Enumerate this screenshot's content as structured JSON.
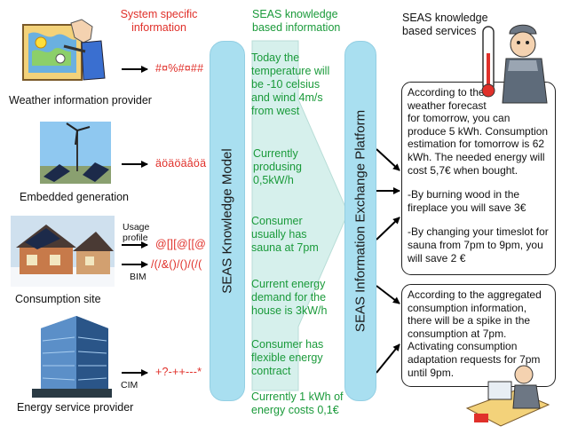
{
  "headers": {
    "system_specific": "System specific\ninformation",
    "knowledge_info": "SEAS knowledge\nbased information",
    "knowledge_services": "SEAS knowledge\nbased services"
  },
  "sources": [
    {
      "label": "Weather information provider",
      "code": "#¤%#¤##",
      "icon": "weather-map-presenter-icon"
    },
    {
      "label": "Embedded generation",
      "code": "äöäöäåöä",
      "icon": "wind-turbine-solar-icon"
    },
    {
      "label": "Consumption site",
      "codes": [
        "@[][@[[@",
        "/(/&()/()/(/("
      ],
      "tags": [
        "Usage\nprofile",
        "BIM"
      ],
      "icon": "house-icon"
    },
    {
      "label": "Energy service provider",
      "code": "+?-++---*",
      "tag": "CIM",
      "icon": "office-building-icon"
    }
  ],
  "knowledge_model_label": "SEAS Knowledge Model",
  "platform_label": "SEAS Information Exchange Platform",
  "knowledge_items": [
    "Today the\ntemperature will\nbe -10 celsius\nand wind 4m/s\nfrom west",
    "Currently\nprodusing\n0,5kW/h",
    "Consumer\nusually has\nsauna at 7pm",
    "Current energy\ndemand for the\nhouse is 3kW/h",
    "Consumer has\nflexible energy\ncontract",
    "Currently 1 kWh of\nenergy costs 0,1€"
  ],
  "services": {
    "box1": [
      "According to the\nweather forecast\nfor tomorrow, you can\nproduce 5 kWh. Consumption\nestimation for tomorrow is 62\nkWh. The needed energy will\ncost 5,7€ when bought.",
      "-By burning wood in the\nfireplace you will save 3€",
      "-By changing your timeslot for\nsauna from 7pm to 9pm, you\nwill save 2 €"
    ],
    "box2": "According to the aggregated\nconsumption information,\nthere will be a spike in the\nconsumption at 7pm.\nActivating consumption\nadaptation requests for 7pm\nuntil 9pm."
  },
  "colors": {
    "pillar": "#a9dff0",
    "red_text": "#e0302a",
    "green_text": "#1a9a3a",
    "funnel": "#d6f0ec"
  }
}
